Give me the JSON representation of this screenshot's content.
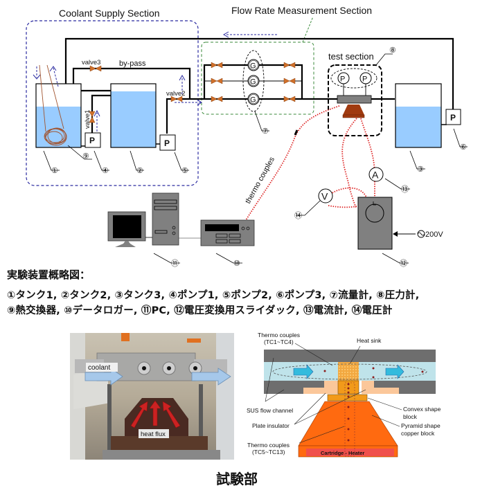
{
  "schematic": {
    "sections": {
      "coolant_supply": "Coolant Supply Section",
      "flow_rate": "Flow Rate Measurement Section",
      "test_section": "test section"
    },
    "labels": {
      "valve1": "valve1",
      "valve2": "valve2",
      "valve3": "valve3",
      "bypass": "by-pass",
      "thermo_couples": "thermo couples",
      "power": "200V",
      "pump": "P",
      "gauge": "G",
      "pressure": "P",
      "ammeter": "A",
      "voltmeter": "V"
    },
    "callouts": [
      "①",
      "②",
      "③",
      "④",
      "⑤",
      "⑥",
      "⑦",
      "⑧",
      "⑨",
      "⑩",
      "⑪",
      "⑫",
      "⑬",
      "⑭"
    ],
    "colors": {
      "water": "#99ccff",
      "coolant_border": "#2a2aa0",
      "flow_border": "#3a8a3a",
      "thermo_wire": "#dd2222",
      "valve": "#d0702a",
      "device_gray": "#808080",
      "coil": "#a0522d",
      "heater_block": "#a03a10"
    }
  },
  "legend": {
    "title": "実験装置概略図：",
    "line1": "①タンク1, ②タンク2, ③タンク3, ④ポンプ1, ⑤ポンプ2, ⑥ポンプ3, ⑦流量計, ⑧圧力計,",
    "line2": "⑨熱交換器, ⑩データロガー, ⑪PC, ⑫電圧変換用スライダック, ⑬電流計, ⑭電圧計"
  },
  "photo": {
    "coolant_label": "coolant",
    "heat_flux_label": "heat flux"
  },
  "cross_section": {
    "tc_top": [
      "Thermo couples",
      "(TC1~TC4)"
    ],
    "heat_sink": "Heat sink",
    "sus_channel": "SUS flow channel",
    "plate_insulator": "Plate insulator",
    "tc_bottom": [
      "Thermo couples",
      "(TC5~TC13)"
    ],
    "convex_block": [
      "Convex shape",
      "block"
    ],
    "pyramid_block": [
      "Pyramid shape",
      "copper block"
    ],
    "heater": "Cartridge - Heater"
  },
  "caption": "試験部"
}
